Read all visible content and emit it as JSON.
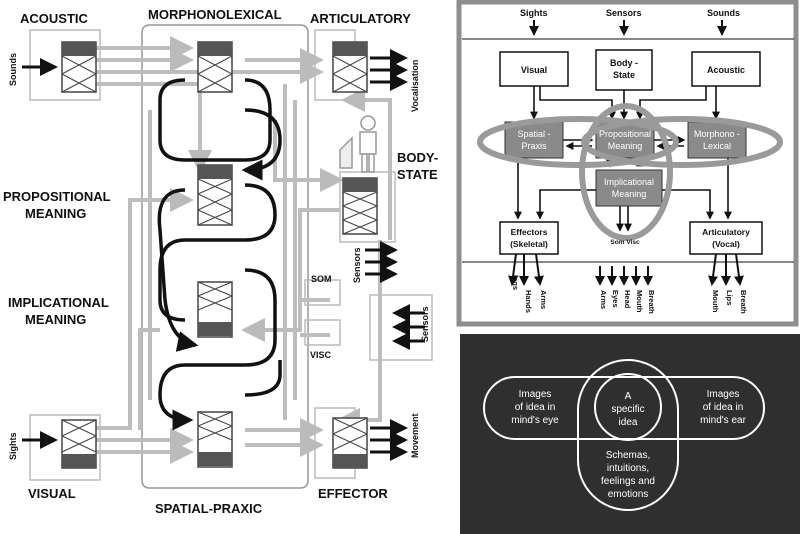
{
  "left_diagram": {
    "labels": {
      "acoustic": "ACOUSTIC",
      "morphonolexical": "MORPHONOLEXICAL",
      "articulatory": "ARTICULATORY",
      "body_state_1": "BODY-",
      "body_state_2": "STATE",
      "propositional_1": "PROPOSITIONAL",
      "propositional_2": "MEANING",
      "implicational_1": "IMPLICATIONAL",
      "implicational_2": "MEANING",
      "visual": "VISUAL",
      "spatial_praxic": "SPATIAL-PRAXIC",
      "effector": "EFFECTOR",
      "som": "SOM",
      "visc": "VISC"
    },
    "io_labels": {
      "sounds": "Sounds",
      "sights": "Sights",
      "vocalisation": "Vocalisation",
      "movement": "Movement",
      "sensors_1": "Sensors",
      "sensors_2": "Sensors"
    }
  },
  "top_right_diagram": {
    "inputs": {
      "sights": "Sights",
      "sensors": "Sensors",
      "sounds": "Sounds"
    },
    "boxes": {
      "visual": "Visual",
      "body_state_1": "Body -",
      "body_state_2": "State",
      "acoustic": "Acoustic",
      "spatial_1": "Spatial -",
      "spatial_2": "Praxis",
      "propositional_1": "Propositional",
      "propositional_2": "Meaning",
      "morpho_1": "Morphono -",
      "morpho_2": "Lexical",
      "implicational_1": "Implicational",
      "implicational_2": "Meaning",
      "effectors_1": "Effectors",
      "effectors_2": "(Skeletal)",
      "articulatory_1": "Articulatory",
      "articulatory_2": "(Vocal)",
      "som_visc": "Som Visc"
    },
    "outputs": {
      "effectors": [
        "legs",
        "Hands",
        "Arms"
      ],
      "body": [
        "Arms",
        "Eyes",
        "Head",
        "Mouth",
        "Breath"
      ],
      "vocal": [
        "Mouth",
        "Lips",
        "Breath"
      ]
    }
  },
  "bottom_right_diagram": {
    "left_1": "Images",
    "left_2": "of idea in",
    "left_3": "mind's eye",
    "center_1": "A",
    "center_2": "specific",
    "center_3": "idea",
    "right_1": "Images",
    "right_2": "of idea in",
    "right_3": "mind's ear",
    "bottom_1": "Schemas,",
    "bottom_2": "intuitions,",
    "bottom_3": "feelings and",
    "bottom_4": "emotions"
  }
}
